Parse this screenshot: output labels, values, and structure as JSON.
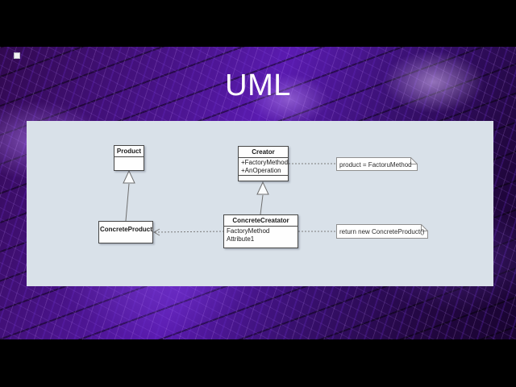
{
  "slide": {
    "title": "UML"
  },
  "diagram": {
    "classes": {
      "product": {
        "name": "Product",
        "members": []
      },
      "creator": {
        "name": "Creator",
        "members": [
          "+FactoryMethod",
          "+AnOperation"
        ]
      },
      "concrete_product": {
        "name": "ConcreteProduct",
        "members": []
      },
      "concrete_creatator": {
        "name": "ConcreteCreatator",
        "members": [
          "FactoryMethod",
          "Attribute1"
        ]
      }
    },
    "notes": {
      "factory": "product = FactoruMethod",
      "return": "return new ConcreteProduct()"
    },
    "relationships": [
      "ConcreteProduct --|> Product (generalization)",
      "ConcreteCreatator --|> Creator (generalization)",
      "ConcreteCreatator ..> ConcreteProduct (dashed dependency)",
      "Creator .. note: product = FactoruMethod",
      "ConcreteCreatator .. note: return new ConcreteProduct()"
    ],
    "colors": {
      "panel_bg": "#d9e1e9",
      "box_fill": "#fefefe",
      "box_border": "#474747",
      "note_border": "#8f8f8f",
      "connector": "#6e6e6e",
      "title_text": "#ffffff",
      "background_purple": "#4a148c"
    }
  }
}
